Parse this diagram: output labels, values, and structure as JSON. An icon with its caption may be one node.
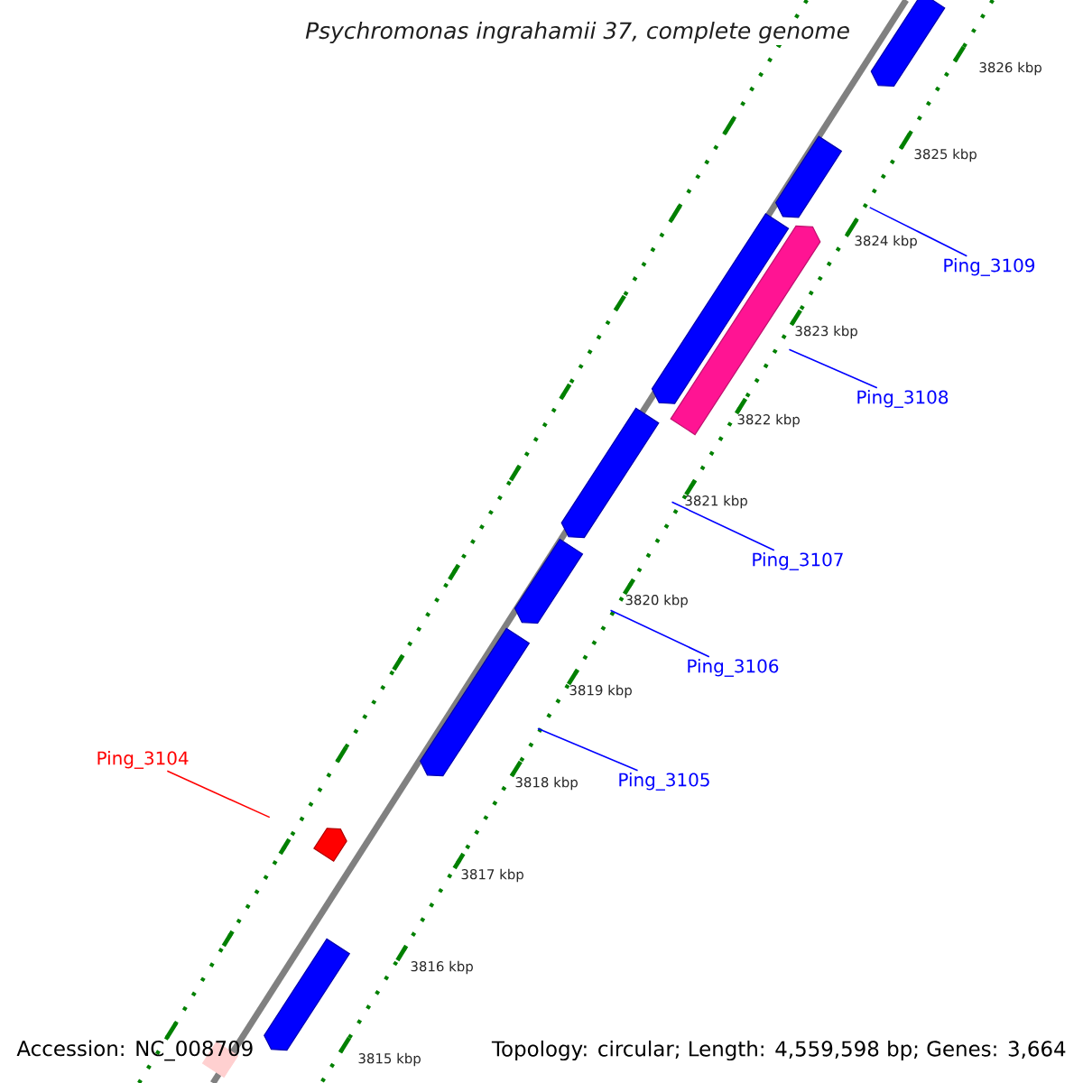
{
  "diagram": {
    "title": "Psychromonas ingrahamii 37, complete genome",
    "nodes": [
      {
        "text": [],
        "shape": "arrow"
      },
      {
        "text": [],
        "shape": "arrow"
      },
      {
        "text": [],
        "shape": "arrow"
      },
      {
        "text": [],
        "shape": "arrow"
      },
      {
        "text": [],
        "shape": "arrow"
      },
      {
        "text": [],
        "shape": "arrow"
      },
      {
        "text": [],
        "shape": "arrow"
      },
      {
        "text": [],
        "shape": "arrow"
      },
      {
        "text": [],
        "shape": "arrow"
      },
      {
        "text": [],
        "shape": "bar"
      },
      {
        "text": [
          "Ping_3109"
        ]
      },
      {
        "text": [
          "Ping_3108"
        ]
      },
      {
        "text": [
          "Ping_3107"
        ]
      },
      {
        "text": [
          "Ping_3106"
        ]
      },
      {
        "text": [
          "Ping_3105"
        ]
      },
      {
        "text": [
          "Ping_3104"
        ]
      }
    ],
    "edges": [
      {
        "from": 10,
        "to": 1,
        "arrow": "none"
      },
      {
        "from": 11,
        "to": 3,
        "arrow": "none"
      },
      {
        "from": 12,
        "to": 4,
        "arrow": "none"
      },
      {
        "from": 13,
        "to": 5,
        "arrow": "none"
      },
      {
        "from": 14,
        "to": 6,
        "arrow": "none"
      },
      {
        "from": 15,
        "to": 7,
        "arrow": "none",
        "color": "#ff0000"
      }
    ],
    "labels": [
      "3826 kbp",
      "3825 kbp",
      "3824 kbp",
      "3823 kbp",
      "3822 kbp",
      "3821 kbp",
      "3820 kbp",
      "3819 kbp",
      "3818 kbp",
      "3817 kbp",
      "3816 kbp",
      "3815 kbp",
      "Accession: NC_008709",
      "Topology: circular; Length: 4,559,598 bp; Genes: 3,664"
    ]
  }
}
